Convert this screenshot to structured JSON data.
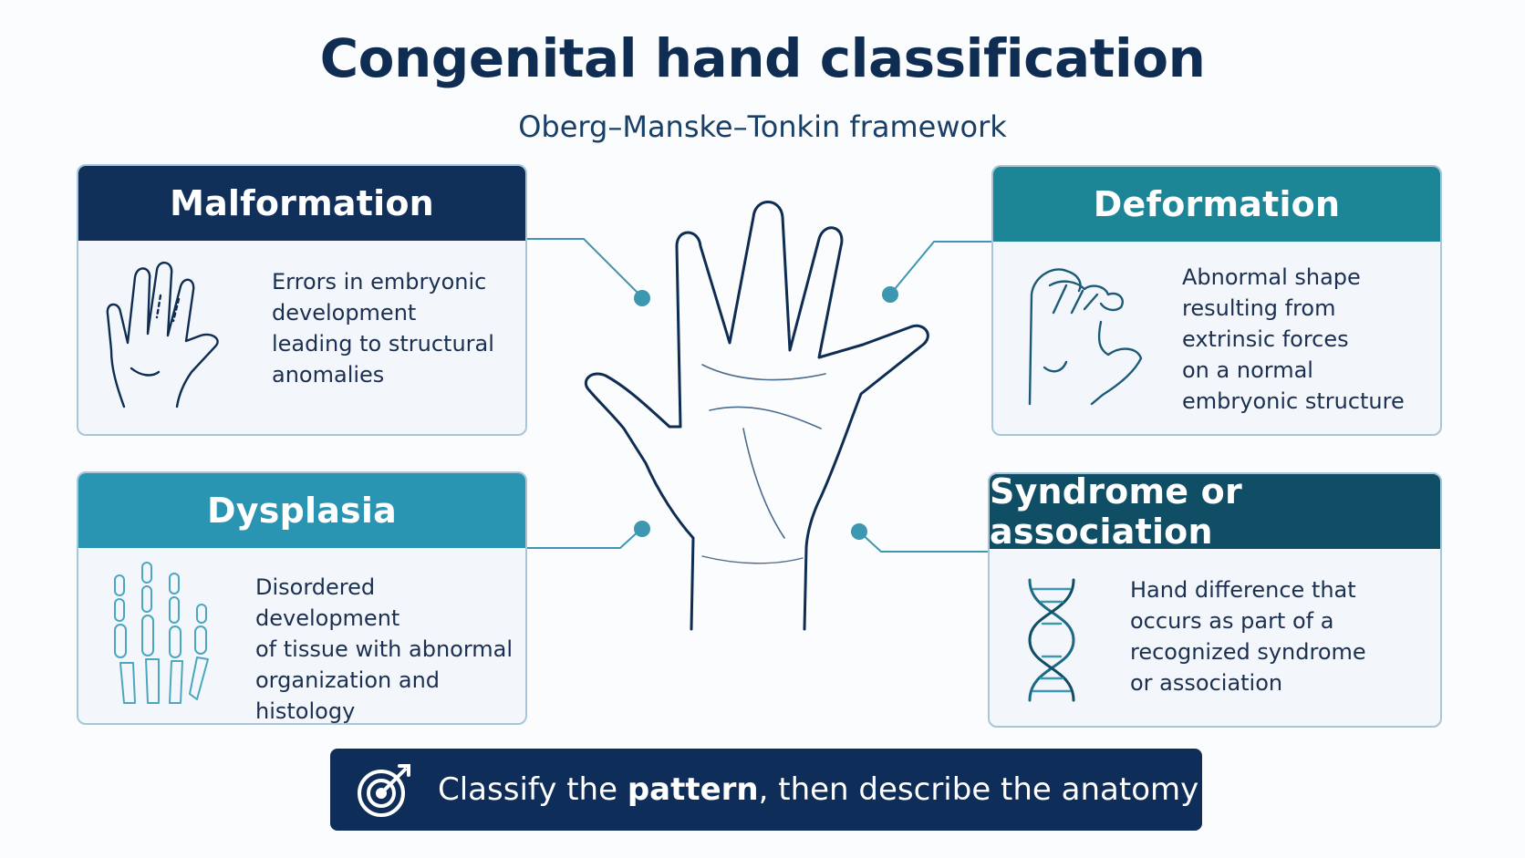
{
  "header": {
    "title": "Congenital hand classification",
    "subtitle": "Oberg–Manske–Tonkin framework"
  },
  "categories": [
    {
      "id": "malformation",
      "label": "Malformation",
      "description_lines": [
        "Errors in embryonic",
        "development",
        "leading to structural",
        "anomalies"
      ],
      "icon": "hand-outline-icon",
      "color": "#102f59"
    },
    {
      "id": "deformation",
      "label": "Deformation",
      "description_lines": [
        "Abnormal shape",
        "resulting from",
        "extrinsic forces",
        "on a normal",
        "embryonic structure"
      ],
      "icon": "curled-hand-icon",
      "color": "#1d8696"
    },
    {
      "id": "dysplasia",
      "label": "Dysplasia",
      "description_lines": [
        "Disordered development",
        "of tissue with abnormal",
        "organization and",
        "histology"
      ],
      "icon": "hand-bones-icon",
      "color": "#2a94b3"
    },
    {
      "id": "syndrome",
      "label": "Syndrome or association",
      "description_lines": [
        "Hand difference that",
        "occurs as part of a",
        "recognized syndrome",
        "or association"
      ],
      "icon": "dna-icon",
      "color": "#0f4e64"
    }
  ],
  "center": {
    "icon": "open-hand-icon"
  },
  "banner": {
    "icon": "target-icon",
    "text_before": "Classify the ",
    "text_bold": "pattern",
    "text_after": ", then describe the anatomy"
  },
  "colors": {
    "connector": "#3e97b0",
    "outline": "#0f2d52"
  }
}
